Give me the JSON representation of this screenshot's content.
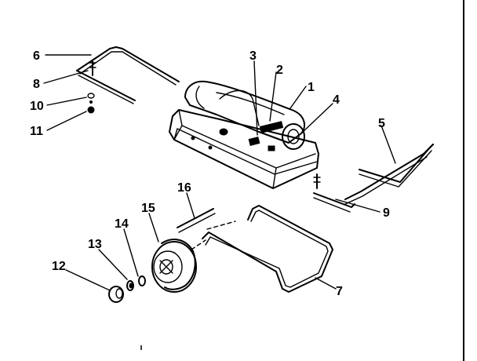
{
  "diagram": {
    "callouts": [
      {
        "number": "1",
        "part": "heater-body"
      },
      {
        "number": "2",
        "part": "control-panel"
      },
      {
        "number": "3",
        "part": "knob"
      },
      {
        "number": "4",
        "part": "outlet-guard"
      },
      {
        "number": "5",
        "part": "front-handle"
      },
      {
        "number": "6",
        "part": "rear-handle"
      },
      {
        "number": "7",
        "part": "wheel-frame"
      },
      {
        "number": "8",
        "part": "screw"
      },
      {
        "number": "9",
        "part": "screw"
      },
      {
        "number": "10",
        "part": "washer"
      },
      {
        "number": "11",
        "part": "nut"
      },
      {
        "number": "12",
        "part": "hub-cap"
      },
      {
        "number": "13",
        "part": "push-nut"
      },
      {
        "number": "14",
        "part": "washer"
      },
      {
        "number": "15",
        "part": "wheel"
      },
      {
        "number": "16",
        "part": "axle"
      }
    ]
  }
}
